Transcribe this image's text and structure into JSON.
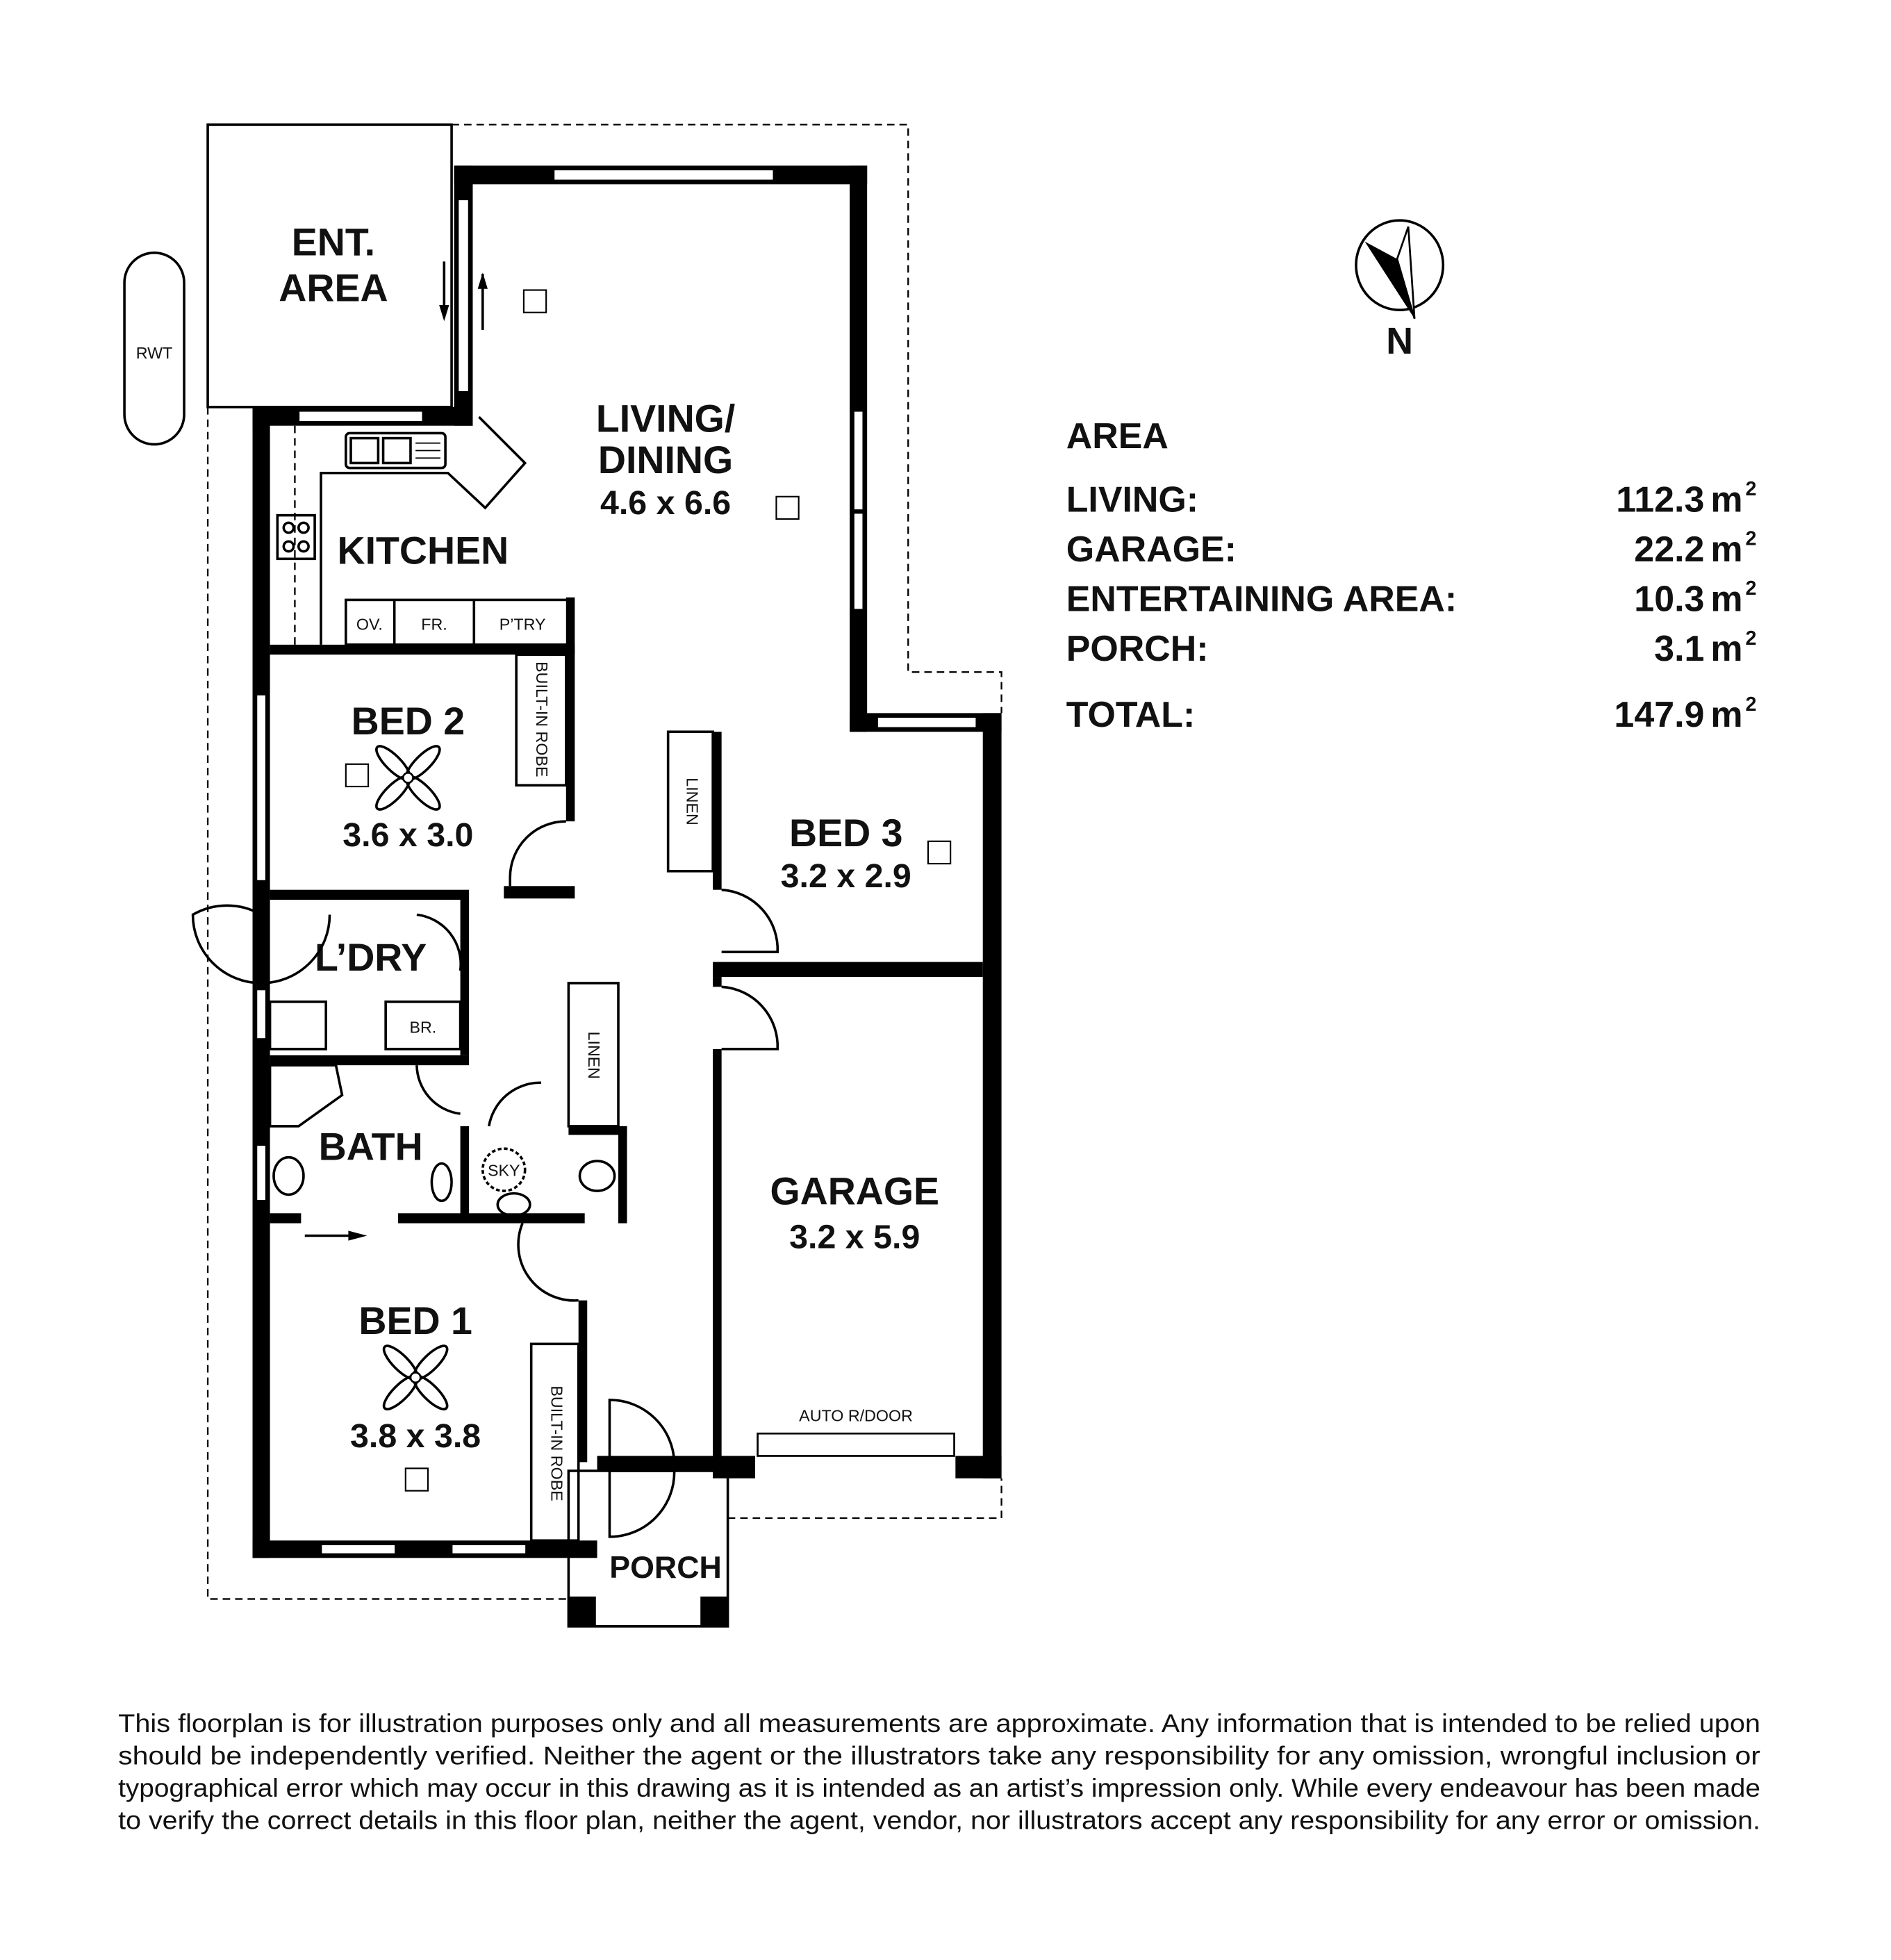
{
  "rooms": {
    "ent_area": {
      "line1": "ENT.",
      "line2": "AREA"
    },
    "living": {
      "line1": "LIVING/",
      "line2": "DINING",
      "dim": "4.6 x 6.6"
    },
    "kitchen": {
      "name": "KITCHEN"
    },
    "bed2": {
      "name": "BED 2",
      "dim": "3.6 x 3.0"
    },
    "bed3": {
      "name": "BED 3",
      "dim": "3.2 x 2.9"
    },
    "laundry": {
      "name": "L’DRY"
    },
    "bath": {
      "name": "BATH"
    },
    "bed1": {
      "name": "BED 1",
      "dim": "3.8 x 3.8"
    },
    "garage": {
      "name": "GARAGE",
      "dim": "3.2 x 5.9"
    },
    "porch": {
      "name": "PORCH"
    }
  },
  "fixtures": {
    "oven": "OV.",
    "fridge": "FR.",
    "pantry": "P’TRY",
    "robe_bed2": "BUILT-IN ROBE",
    "robe_bed1": "BUILT-IN ROBE",
    "linen_upper": "LINEN",
    "linen_lower": "LINEN",
    "broom": "BR.",
    "skylight": "SKY",
    "rainwater_tank": "RWT",
    "garage_door": "AUTO R/DOOR"
  },
  "compass": {
    "label": "N"
  },
  "area_table": {
    "heading": "AREA",
    "unit": "m",
    "unit_sup": "2",
    "rows": [
      {
        "label": "LIVING:",
        "value": "112.3"
      },
      {
        "label": "GARAGE:",
        "value": "22.2"
      },
      {
        "label": "ENTERTAINING AREA:",
        "value": "10.3"
      },
      {
        "label": "PORCH:",
        "value": "3.1"
      }
    ],
    "total": {
      "label": "TOTAL:",
      "value": "147.9"
    }
  },
  "disclaimer": {
    "lines": [
      "This floorplan is for illustration purposes only and all measurements are approximate. Any information that is intended to be relied upon",
      "should be independently verified. Neither the agent or the illustrators take any responsibility for any omission, wrongful inclusion or",
      "typographical error which may occur in this drawing as it is intended as an artist’s impression only. While every endeavour has been made",
      "to verify the correct details in this floor plan, neither the agent, vendor, nor illustrators accept any responsibility for any error or omission."
    ]
  }
}
